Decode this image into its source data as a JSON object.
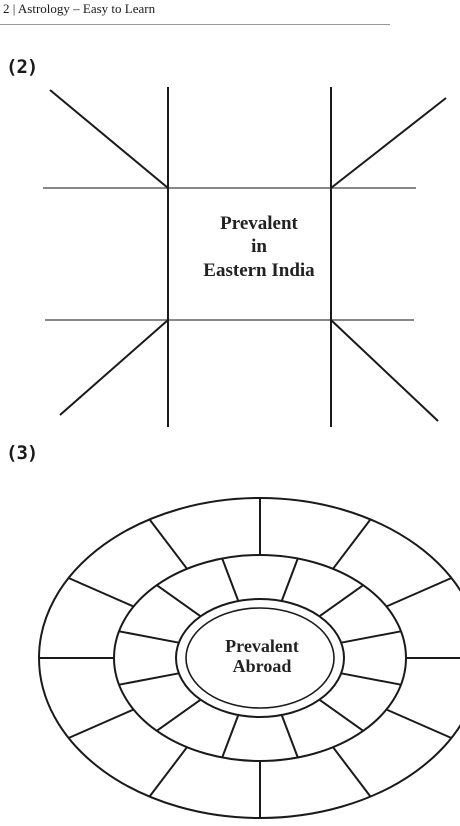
{
  "running_head": "2 | Astrology – Easy to Learn",
  "figures": [
    {
      "label": "(2)",
      "center_text": [
        "Prevalent",
        "in",
        "Eastern India"
      ]
    },
    {
      "label": "(3)",
      "center_text": [
        "Prevalent",
        "Abroad"
      ],
      "rings": 3,
      "segments_per_ring": 12
    }
  ],
  "colors": {
    "ink": "#1a1a1a",
    "rule": "#999999"
  }
}
